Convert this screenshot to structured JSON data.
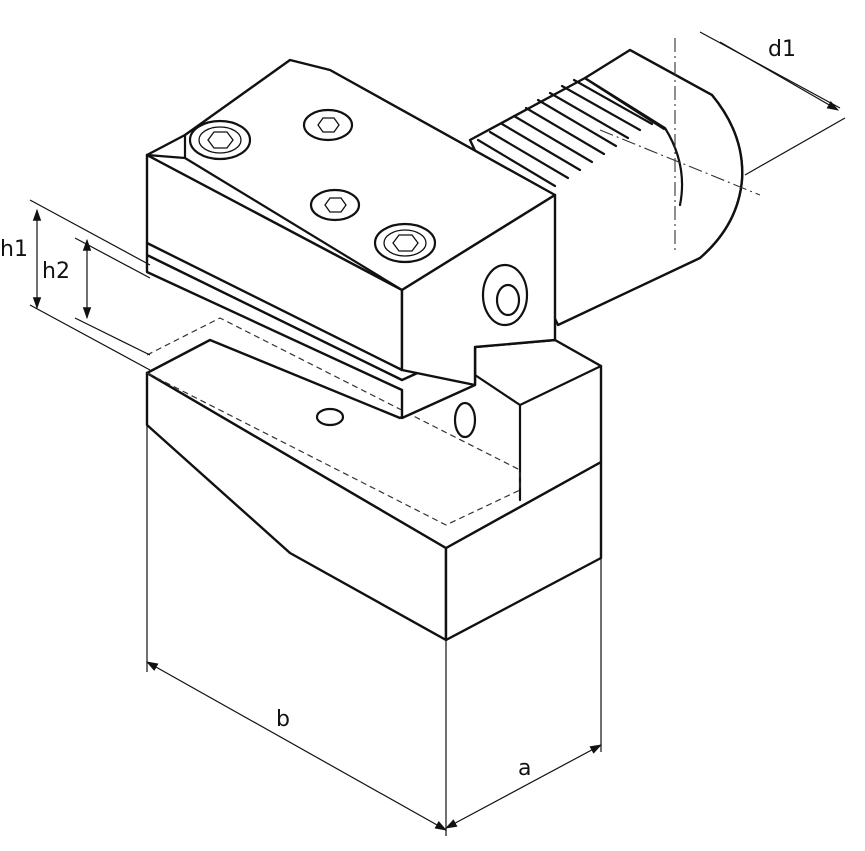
{
  "labels": {
    "d1": "d1",
    "h1": "h1",
    "h2": "h2",
    "b": "b",
    "a": "a"
  },
  "colors": {
    "line": "#111111",
    "background": "#ffffff"
  }
}
